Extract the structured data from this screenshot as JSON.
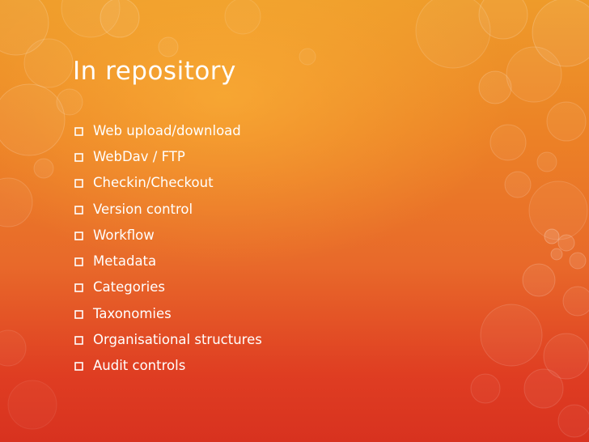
{
  "slide": {
    "title": "In repository",
    "bullets": [
      "Web upload/download",
      "WebDav / FTP",
      "Checkin/Checkout",
      "Version control",
      "Workflow",
      "Metadata",
      "Categories",
      "Taxonomies",
      "Organisational structures",
      "Audit controls"
    ],
    "bullet_icon": "hollow-square-icon"
  },
  "colors": {
    "background_top": "#ee9b2a",
    "background_bottom": "#d8321f",
    "text": "#ffffff"
  }
}
